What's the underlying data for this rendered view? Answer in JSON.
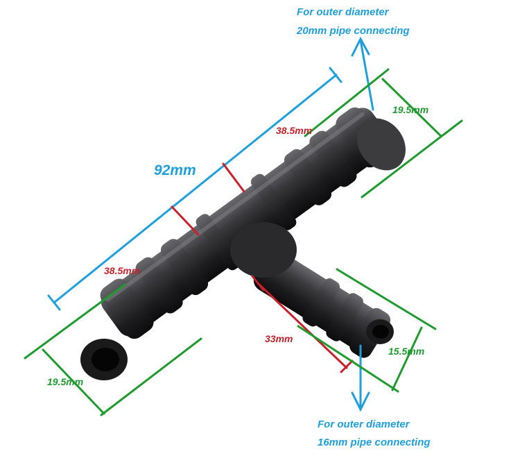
{
  "notes": {
    "top_line1": "For outer diameter",
    "top_line2": "20mm pipe connecting",
    "bottom_line1": "For outer diameter",
    "bottom_line2": "16mm pipe connecting"
  },
  "dimensions": {
    "total_length": "92mm",
    "arm_upper": "38.5mm",
    "arm_lower": "38.5mm",
    "branch_length": "33mm",
    "diameter_upper": "19.5mm",
    "diameter_lower": "19.5mm",
    "diameter_branch": "15.5mm"
  },
  "colors": {
    "blue": "#1e9fdc",
    "red": "#c8202a",
    "green": "#1f9a2e",
    "plastic": "#2b2b2d"
  }
}
